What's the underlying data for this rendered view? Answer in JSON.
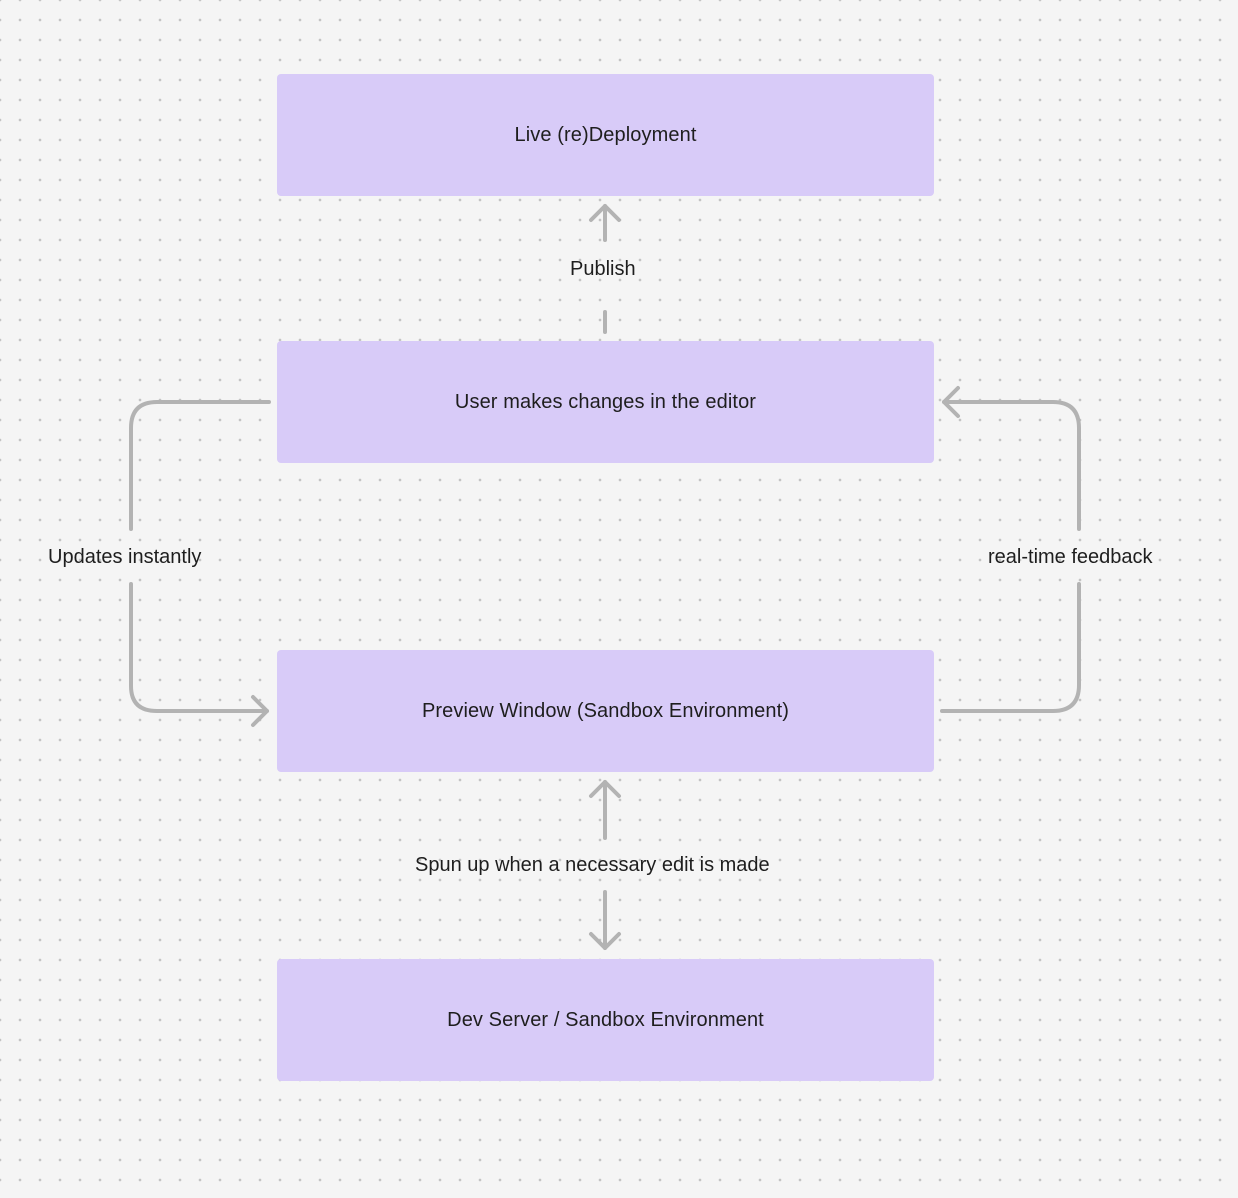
{
  "diagram": {
    "nodes": {
      "live_deployment": "Live (re)Deployment",
      "user_changes": "User makes changes in the editor",
      "preview_window": "Preview Window (Sandbox Environment)",
      "dev_server": "Dev Server / Sandbox Environment"
    },
    "edges": {
      "publish": "Publish",
      "updates_instantly": "Updates instantly",
      "realtime_feedback": "real-time feedback",
      "spun_up": "Spun up when a necessary edit is made"
    },
    "colors": {
      "node_fill": "#d8cbf8",
      "connector": "#b3b3b3",
      "background": "#f5f5f5",
      "dot": "#c4c4c4"
    }
  }
}
